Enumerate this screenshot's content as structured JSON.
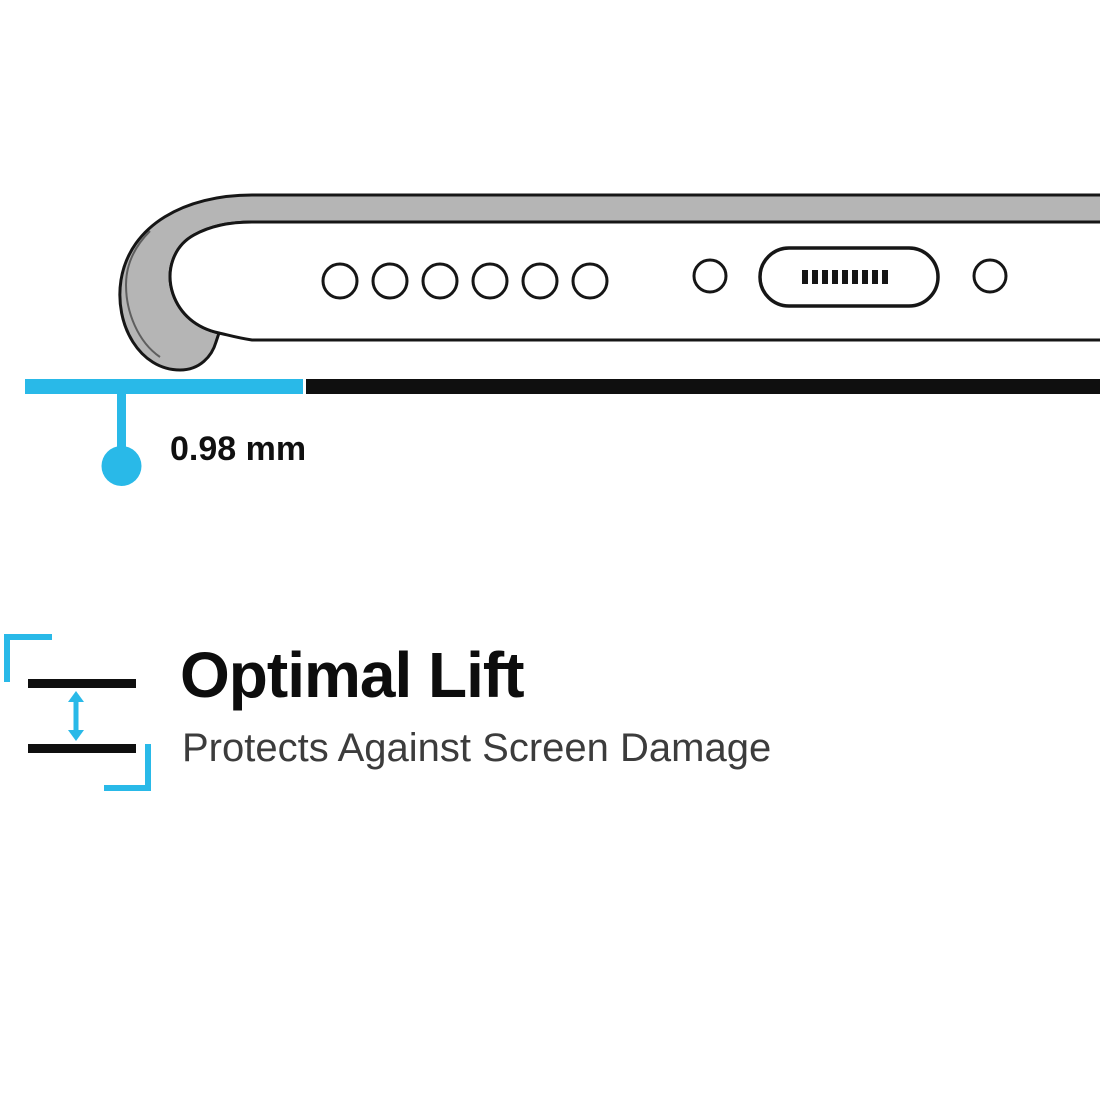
{
  "measurement": {
    "label": "0.98 mm"
  },
  "feature": {
    "title": "Optimal Lift",
    "subtitle": "Protects Against Screen Damage"
  },
  "illustration": {
    "description": "bottom edge of phone in case with raised lip above surface",
    "speaker_hole_count": 6,
    "side_hole_count": 2,
    "port": "charging-port"
  },
  "colors": {
    "accent": "#29b9e8",
    "bar_black": "#0f0f0f",
    "case_gray": "#b5b5b5",
    "outline": "#161616",
    "subtitle_gray": "#3c3c3c"
  }
}
